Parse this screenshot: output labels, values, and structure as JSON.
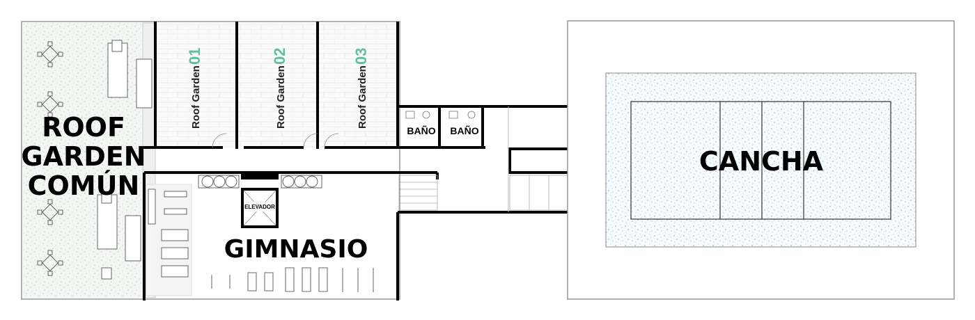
{
  "labels": {
    "roof_common": [
      "ROOF",
      "GARDEN",
      "COMÚN"
    ],
    "roof_gardens": [
      {
        "text": "Roof Garden",
        "num": "01"
      },
      {
        "text": "Roof Garden",
        "num": "02"
      },
      {
        "text": "Roof Garden",
        "num": "03"
      }
    ],
    "bathroom_1": "BAÑO",
    "bathroom_2": "BAÑO",
    "elevator": "ELEVADOR",
    "gym": "GIMNASIO",
    "court": "CANCHA"
  },
  "colors": {
    "wall": "#000000",
    "accent_number": "#5fbf9f",
    "speckle": "#6aa8c8",
    "paving": "#d9d9d9"
  }
}
